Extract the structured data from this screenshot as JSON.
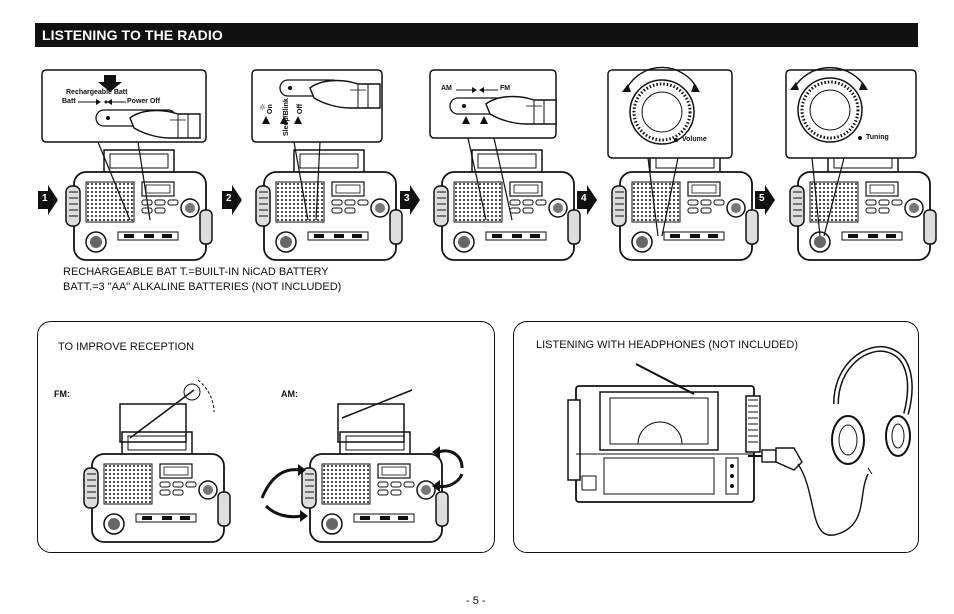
{
  "header": {
    "title": "LISTENING TO THE RADIO"
  },
  "steps": [
    {
      "number": "1"
    },
    {
      "number": "2"
    },
    {
      "number": "3"
    },
    {
      "number": "4"
    },
    {
      "number": "5"
    }
  ],
  "step1_callout": {
    "top_label": "Rechargeable Batt",
    "left_label": "Batt",
    "right_label": "Power Off"
  },
  "step2_callout": {
    "label_on": "On",
    "label_sleep": "Sleep/Blink",
    "label_off": "Off"
  },
  "step3_callout": {
    "label_am": "AM",
    "label_fm": "FM"
  },
  "step4_callout": {
    "label": "Volume"
  },
  "step5_callout": {
    "label": "Tuning"
  },
  "battery_note": {
    "line1": "RECHARGEABLE BAT T.=BUILT-IN NiCAD BATTERY",
    "line2": "BATT.=3 \"AA\" ALKALINE BATTERIES (NOT INCLUDED)"
  },
  "reception_panel": {
    "title": "TO IMPROVE RECEPTION",
    "fm_label": "FM:",
    "am_label": "AM:"
  },
  "headphones_panel": {
    "title": "LISTENING WITH HEADPHONES (NOT INCLUDED)"
  },
  "footer": {
    "page_number": "- 5 -"
  }
}
